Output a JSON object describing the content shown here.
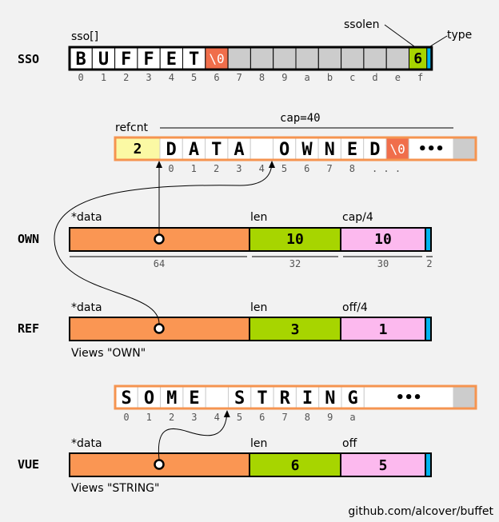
{
  "colors": {
    "background": "#f2f2f2",
    "pointer_field": "#fa9653",
    "len_field": "#a7d500",
    "cap_field": "#fcb9ee",
    "type_bits": "#00b4f0",
    "null_cell": "#f06e4b",
    "empty_cell": "#cccccc",
    "refcnt_cell": "#fbf9a4",
    "box_border": "#f59450"
  },
  "sso": {
    "row_label": "SSO",
    "array_label": "sso[]",
    "ssolen_label": "ssolen",
    "type_label": "type",
    "chars": [
      "B",
      "U",
      "F",
      "F",
      "E",
      "T"
    ],
    "null_char": "\\0",
    "ssolen_value": "6",
    "indices": [
      "0",
      "1",
      "2",
      "3",
      "4",
      "5",
      "6",
      "7",
      "8",
      "9",
      "a",
      "b",
      "c",
      "d",
      "e",
      "f"
    ]
  },
  "heap_own": {
    "refcnt_label": "refcnt",
    "cap_label": "cap=40",
    "refcnt_value": "2",
    "chars": [
      "D",
      "A",
      "T",
      "A",
      " ",
      "O",
      "W",
      "N",
      "E",
      "D"
    ],
    "null_char": "\\0",
    "ellipsis": "•••",
    "indices": [
      "0",
      "1",
      "2",
      "3",
      "4",
      "5",
      "6",
      "7",
      "8"
    ],
    "indices_ellipsis": ". . ."
  },
  "own": {
    "row_label": "OWN",
    "data_label": "*data",
    "len_label": "len",
    "cap_label": "cap/4",
    "len_value": "10",
    "cap_value": "10",
    "bits": [
      "64",
      "32",
      "30",
      "2"
    ]
  },
  "ref": {
    "row_label": "REF",
    "data_label": "*data",
    "len_label": "len",
    "off_label": "off/4",
    "len_value": "3",
    "off_value": "1",
    "caption": "Views \"OWN\""
  },
  "heap_vue": {
    "chars": [
      "S",
      "O",
      "M",
      "E",
      " ",
      "S",
      "T",
      "R",
      "I",
      "N",
      "G"
    ],
    "ellipsis": "•••",
    "indices": [
      "0",
      "1",
      "2",
      "3",
      "4",
      "5",
      "6",
      "7",
      "8",
      "9",
      "a"
    ]
  },
  "vue": {
    "row_label": "VUE",
    "data_label": "*data",
    "len_label": "len",
    "off_label": "off",
    "len_value": "6",
    "off_value": "5",
    "caption": "Views \"STRING\""
  },
  "footer": {
    "credit": "github.com/alcover/buffet"
  }
}
